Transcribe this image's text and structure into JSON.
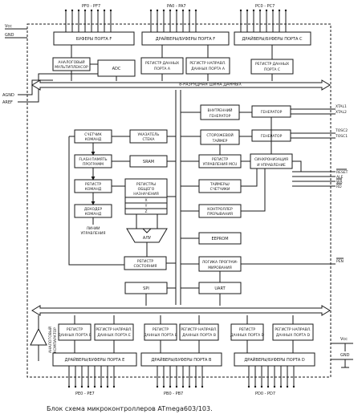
{
  "caption": "Блок схема микроконтроллеров ATmega603/103.",
  "pins": {
    "top_pf": "PF0 - PF7",
    "top_pa": "PA0 - PA7",
    "top_pc": "PC0 - PC7",
    "vcc": "Vcc",
    "gnd": "GND",
    "agnd": "AGND",
    "aref": "AREF",
    "xtal1": "XTAL1",
    "xtal2": "XTAL2",
    "tosc2": "TOSC2",
    "tosc1": "TOSC1",
    "reset": "RESET",
    "ale": "ALE",
    "wr": "WR",
    "rd": "RD",
    "pen": "PEN",
    "vcc_r": "Vcc",
    "gnd_r": "GND",
    "bot_pe": "PE0 - PE7",
    "bot_pb": "PB0 - PB7",
    "bot_pd": "PD0 - PD7"
  },
  "blocks": {
    "buf_f": "БУФЕРЫ ПОРТА F",
    "drv_a_1": "ДРАЙВЕРЫ/БУФЕРЫ ПОРТА F",
    "drv_c": "ДРАЙВЕРЫ/БУФЕРЫ ПОРТА C",
    "amux_1": "АНАЛОГОВЫЙ",
    "amux_2": "МУЛЬТИПЛЕКСОР",
    "adc": "ADC",
    "reg_a_1": "РЕГИСТР ДАННЫХ",
    "reg_a_2": "ПОРТА A",
    "dir_a_1": "РЕГИСТР НАПРАВЛ.",
    "dir_a_2": "ДАННЫХ ПОРТА A",
    "reg_c_1": "РЕГИСТР ДАННЫХ",
    "reg_c_2": "ПОРТА C",
    "bus_label": "8-РАЗРЯДНАЯ ШИНА ДАННЫХ",
    "osc_1": "ВНУТРЕННИЙ",
    "osc_2": "ГЕНЕРАТОР",
    "gen1": "ГЕНЕРАТОР",
    "wdt_1": "СТОРОЖЕВОЙ",
    "wdt_2": "ТАЙМЕР",
    "gen2": "ГЕНЕРАТОР",
    "pc_1": "СЧЕТЧИК",
    "pc_2": "КОМАНД",
    "sp_1": "УКАЗАТЕЛЬ",
    "sp_2": "СТЕКА",
    "mcu_1": "РЕГИСТР",
    "mcu_2": "УПРАВЛЕНИЯ MCU",
    "sync_1": "СИНХРОНИЗАЦИЯ",
    "sync_2": "И УПРАВЛЕНИЕ",
    "flash_1": "FLASH ПАМЯТЬ",
    "flash_2": "ПРОГРАММ",
    "sram": "SRAM",
    "ir_1": "РЕГИСТР",
    "ir_2": "КОМАНД",
    "gpr_1": "РЕГИСТРЫ",
    "gpr_2": "ОБЩЕГО",
    "gpr_3": "НАЗНАЧЕНИЯ",
    "x": "X",
    "y": "Y",
    "z": "Z",
    "tmr_1": "ТАЙМЕРЫ/",
    "tmr_2": "СЧЕТЧИКИ",
    "dec_1": "ДЕКОДЕР",
    "dec_2": "КОМАНД",
    "int_1": "КОНТРОЛЛЕР",
    "int_2": "ПРЕРЫВАНИЯ",
    "ctl_1": "ЛИНИИ",
    "ctl_2": "УПРАВЛЕНИЯ",
    "alu": "АЛУ",
    "eeprom": "EEPROM",
    "sr_1": "РЕГИСТР",
    "sr_2": "СОСТОЯНИЯ",
    "prog_1": "ЛОГИКА ПРОГРАМ-",
    "prog_2": "МИРОВАНИЯ",
    "spi": "SPI",
    "uart": "UART",
    "acomp_1": "АНАЛОГОВЫЙ",
    "acomp_2": "КОМПАРАТОР",
    "reg_e_1": "РЕГИСТР",
    "reg_e_2": "ДАННЫХ ПОРТА E",
    "dir_e_1": "РЕГИСТР НАПРАВЛ.",
    "dir_e_2": "ДАННЫХ ПОРТА E",
    "reg_b_1": "РЕГИСТР",
    "reg_b_2": "ДАННЫХ ПОРТА B",
    "dir_b_1": "РЕГИСТР НАПРАВЛ.",
    "dir_b_2": "ДАННЫХ ПОРТА B",
    "reg_d_1": "РЕГИСТР",
    "reg_d_2": "ДАННЫХ ПОРТА D",
    "dir_d_1": "РЕГИСТР НАПРАВЛ.",
    "dir_d_2": "ДАННЫХ ПОРТА D",
    "drv_e": "ДРАЙВЕРЫ/БУФЕРЫ ПОРТА E",
    "drv_b": "ДРАЙВЕРЫ/БУФЕРЫ ПОРТА B",
    "drv_d": "ДРАЙВЕРЫ/БУФЕРЫ ПОРТА D"
  }
}
